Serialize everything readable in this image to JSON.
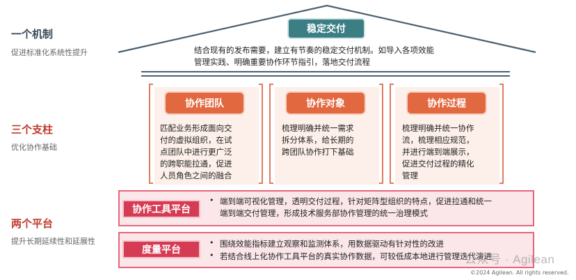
{
  "left_labels": [
    {
      "title": "一个机制",
      "subtitle": "促进标准化系统性提升"
    },
    {
      "title": "三个支柱",
      "subtitle": "优化协作基础"
    },
    {
      "title": "两个平台",
      "subtitle": "提升长期延续性和延展性"
    }
  ],
  "roof": {
    "badge": "稳定交付",
    "lines": [
      "结合现有的发布需要，建立有节奏的稳定交付机制。如导入各项效能",
      "管理实践、明确重要协作环节指引，落地交付流程"
    ]
  },
  "pillars": [
    {
      "badge": "协作团队",
      "lines": [
        "匹配业务形成面向交",
        "付的虚拟组织，在试",
        "点团队中进行更广泛",
        "的跨职能拉通，促进",
        "人员角色之间的融合"
      ]
    },
    {
      "badge": "协作对象",
      "lines": [
        "梳理明确并统一需求",
        "拆分体系，给长期的",
        "跨团队协作打下基础"
      ]
    },
    {
      "badge": "协作过程",
      "lines": [
        "梳理明确并统一协作",
        "流，梳理相应规范，",
        "并进行端到端展示，",
        "促进交付过程的精化",
        "管理"
      ]
    }
  ],
  "platforms": [
    {
      "badge": "协作工具平台",
      "bullets": [
        [
          "端到端可视化管理，透明交付过程，针对矩阵型组织的特点，促进拉通和统一",
          "端到端交付管理，形成技术服务部协作管理的统一治理模式"
        ]
      ]
    },
    {
      "badge": "度量平台",
      "bullets": [
        [
          "围绕效能指标建立观察和监测体系，用数据驱动有针对性的改进"
        ],
        [
          "若结合线上化协作工具平台的真实协作数据，可较低成本地进行管理迭代演进"
        ]
      ]
    }
  ],
  "watermark": "公众号 · Agilean",
  "copyright": "©2024 Agilean. All rights reserved.",
  "colors": {
    "teal": "#3b7f85",
    "orange": "#e1683f",
    "pink": "#d63b54",
    "dark_text": "#3a4a5a",
    "red_text": "#c0392b"
  }
}
